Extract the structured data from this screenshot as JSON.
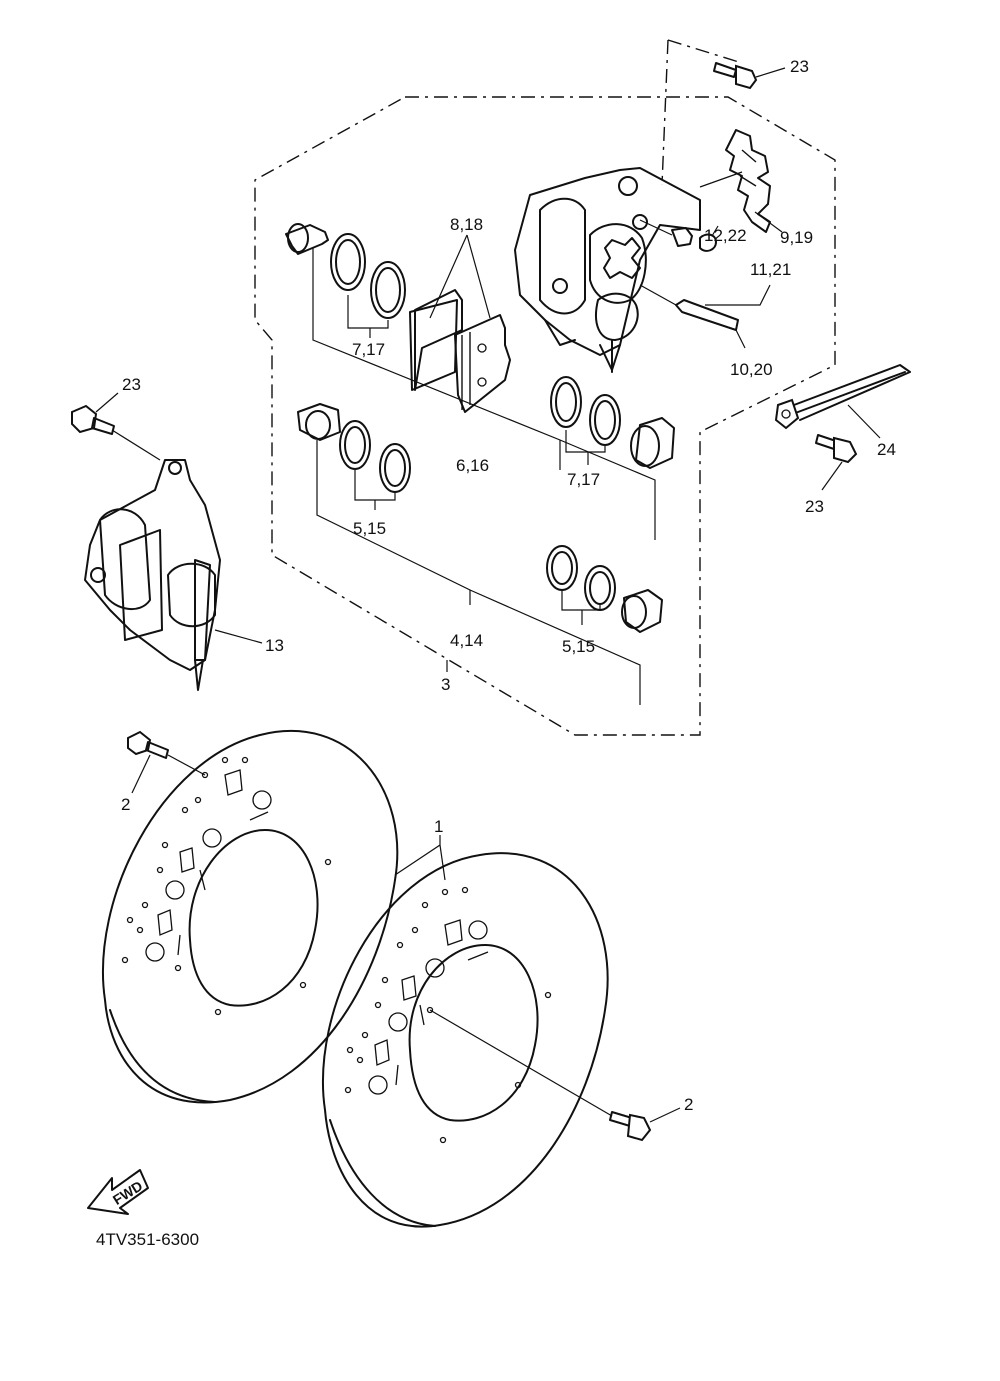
{
  "labels": {
    "p23_top": "23",
    "p9_19": "9,19",
    "p12_22": "12,22",
    "p11_21": "11,21",
    "p8_18": "8,18",
    "p7_17_top": "7,17",
    "p10_20": "10,20",
    "p23_left": "23",
    "p24": "24",
    "p6_16": "6,16",
    "p7_17_mid": "7,17",
    "p23_right": "23",
    "p5_15_left": "5,15",
    "p13": "13",
    "p4_14": "4,14",
    "p5_15_right": "5,15",
    "p3": "3",
    "p1": "1",
    "p2_left": "2",
    "p2_right": "2"
  },
  "fwd_label": "FWD",
  "diagram_code": "4TV351-6300"
}
